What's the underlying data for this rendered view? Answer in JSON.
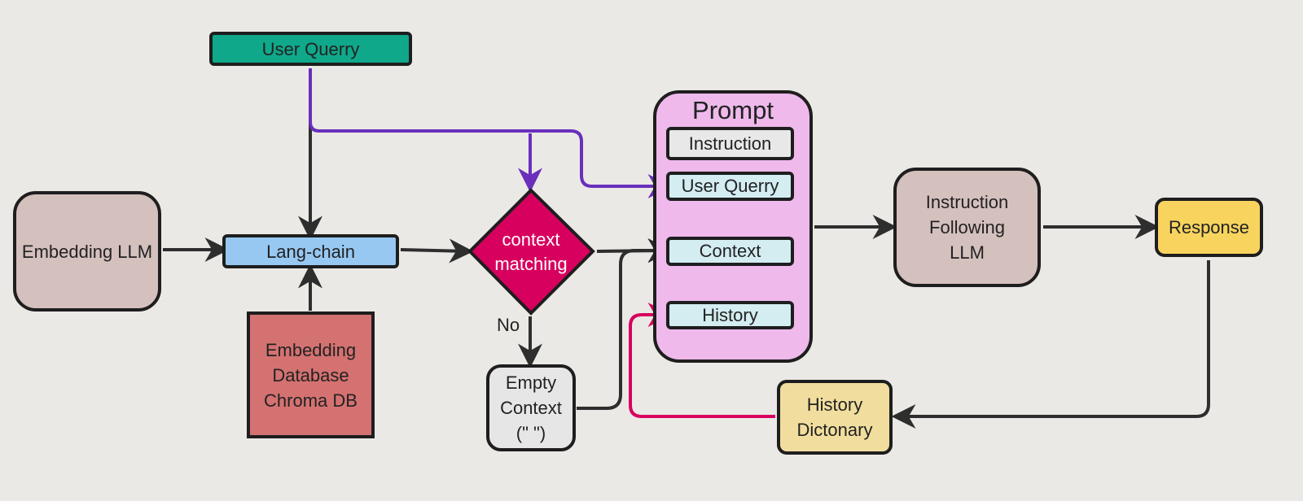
{
  "nodes": {
    "user_query": "User Querry",
    "embedding_llm": "Embedding LLM",
    "langchain": "Lang-chain",
    "embedding_db": "Embedding\nDatabase\nChroma DB",
    "context_matching": "context\nmatching",
    "empty_context": "Empty\nContext\n(\" \")",
    "prompt_title": "Prompt",
    "instruction": "Instruction",
    "prompt_user_query": "User Querry",
    "context": "Context",
    "history": "History",
    "instruction_llm": "Instruction\nFollowing\nLLM",
    "response": "Response",
    "history_dict": "History\nDictonary"
  },
  "edge_labels": {
    "no": "No"
  },
  "colors": {
    "background": "#ebe9e5",
    "user_query": "#0fa88a",
    "embedding_llm": "#d4c0bd",
    "langchain": "#97c8f2",
    "embedding_db": "#d47271",
    "context_matching": "#d8005f",
    "empty_context": "#e6e6e6",
    "prompt": "#efb9ec",
    "instruction": "#e8e8e8",
    "prompt_item": "#d3edf1",
    "instruction_llm": "#d4c0bd",
    "response": "#f8d45f",
    "history_dict": "#f1de9e",
    "arrow_dark": "#2e2e2e",
    "arrow_purple": "#6a2fbc",
    "arrow_pink": "#d8005f"
  }
}
